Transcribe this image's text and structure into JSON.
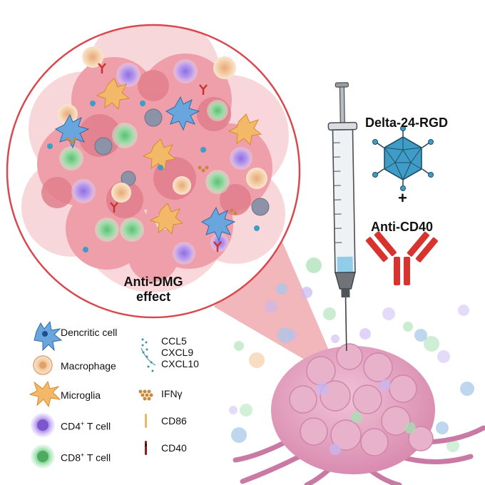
{
  "therapy": {
    "virus_label": "Delta-24-RGD",
    "plus_symbol": "+",
    "antibody_label": "Anti-CD40"
  },
  "effect": {
    "line1": "Anti-DMG",
    "line2": "effect"
  },
  "legend": {
    "dendritic_cell": "Dencritic cell",
    "macrophage": "Macrophage",
    "microglia": "Microglia",
    "cd4_prefix": "CD4",
    "cd4_sup": "+",
    "cd4_suffix": " T cell",
    "cd8_prefix": "CD8",
    "cd8_sup": "+",
    "cd8_suffix": " T cell",
    "chemokine_1": "CCL5",
    "chemokine_2": "CXCL9",
    "chemokine_3": "CXCL10",
    "ifn": "IFNγ",
    "cd86": "CD86",
    "cd40": "CD40"
  },
  "colors": {
    "tissue": "#f0a0aa",
    "tissue_dark": "#e07a88",
    "circle_border": "#d9484f",
    "dendritic": "#6aa6de",
    "macrophage": "#f2c9a0",
    "microglia": "#f3b968",
    "cd4": "#a98be6",
    "cd8": "#7fcf8e",
    "virus": "#3f9cc6",
    "antibody": "#d8342f",
    "tumor": "#e7a7c3"
  }
}
